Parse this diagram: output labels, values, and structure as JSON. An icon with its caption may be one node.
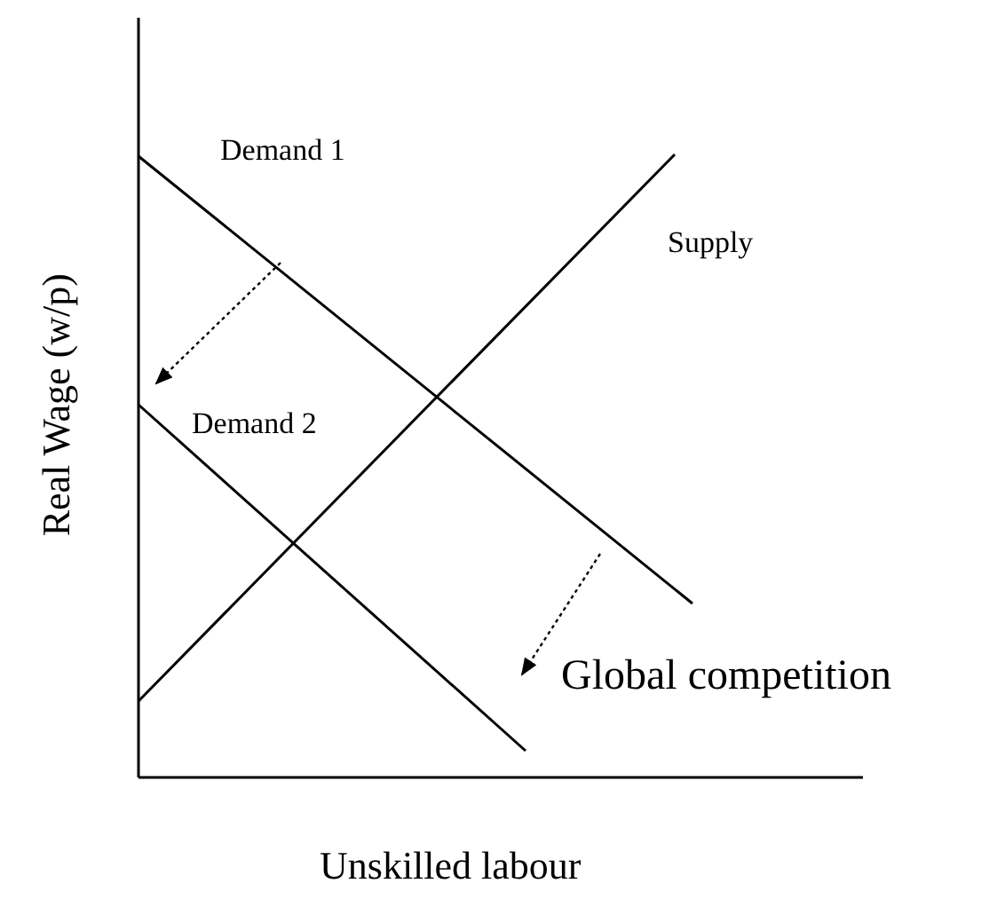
{
  "diagram": {
    "labels": [
      "Demand 1",
      "Supply",
      "Demand 2",
      "Real Wage (w/p)",
      "Global competition",
      "Unskilled labour"
    ]
  }
}
